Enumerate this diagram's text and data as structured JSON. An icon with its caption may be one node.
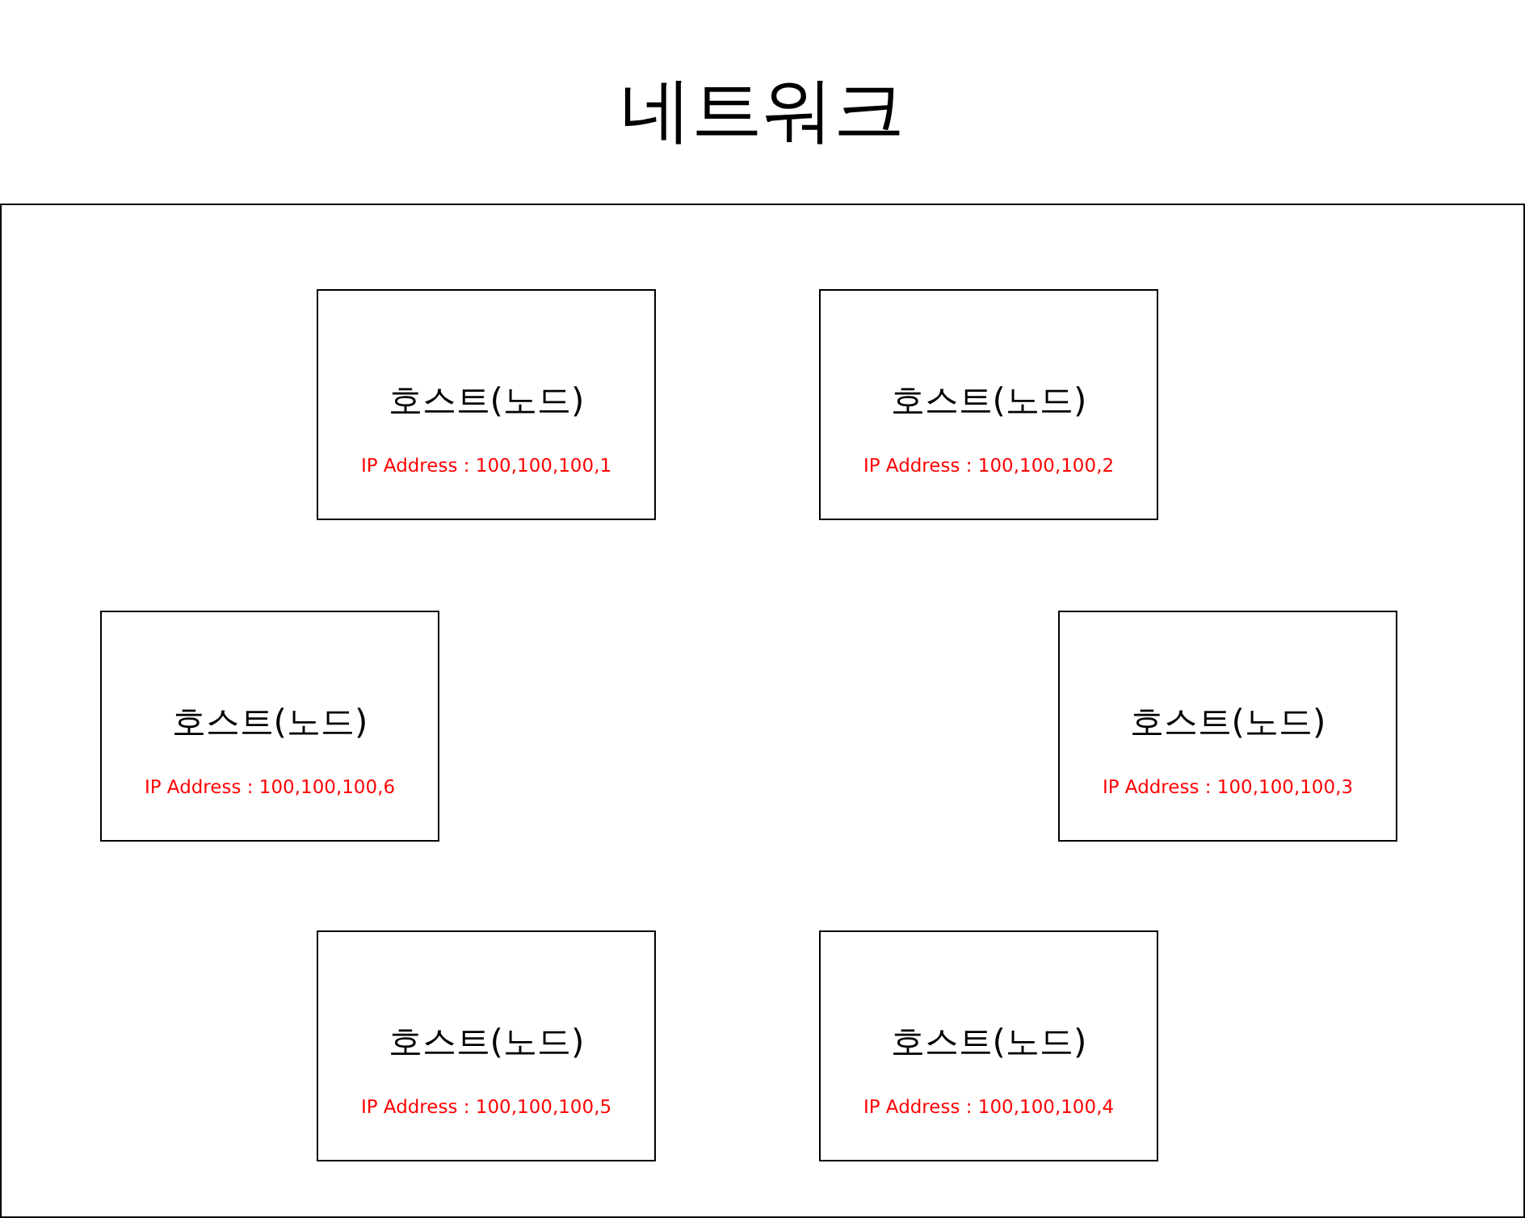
{
  "diagram": {
    "nodes": [
      {
        "text": [
          "네트워크"
        ]
      },
      {
        "text": [
          "호스트(노드)",
          "IP Address : 100,100,100,1"
        ],
        "in": 0
      },
      {
        "text": [
          "호스트(노드)",
          "IP Address : 100,100,100,2"
        ],
        "in": 0
      },
      {
        "text": [
          "호스트(노드)",
          "IP Address : 100,100,100,6"
        ],
        "in": 0
      },
      {
        "text": [
          "호스트(노드)",
          "IP Address : 100,100,100,3"
        ],
        "in": 0
      },
      {
        "text": [
          "호스트(노드)",
          "IP Address : 100,100,100,5"
        ],
        "in": 0
      },
      {
        "text": [
          "호스트(노드)",
          "IP Address : 100,100,100,4"
        ],
        "in": 0
      }
    ]
  }
}
